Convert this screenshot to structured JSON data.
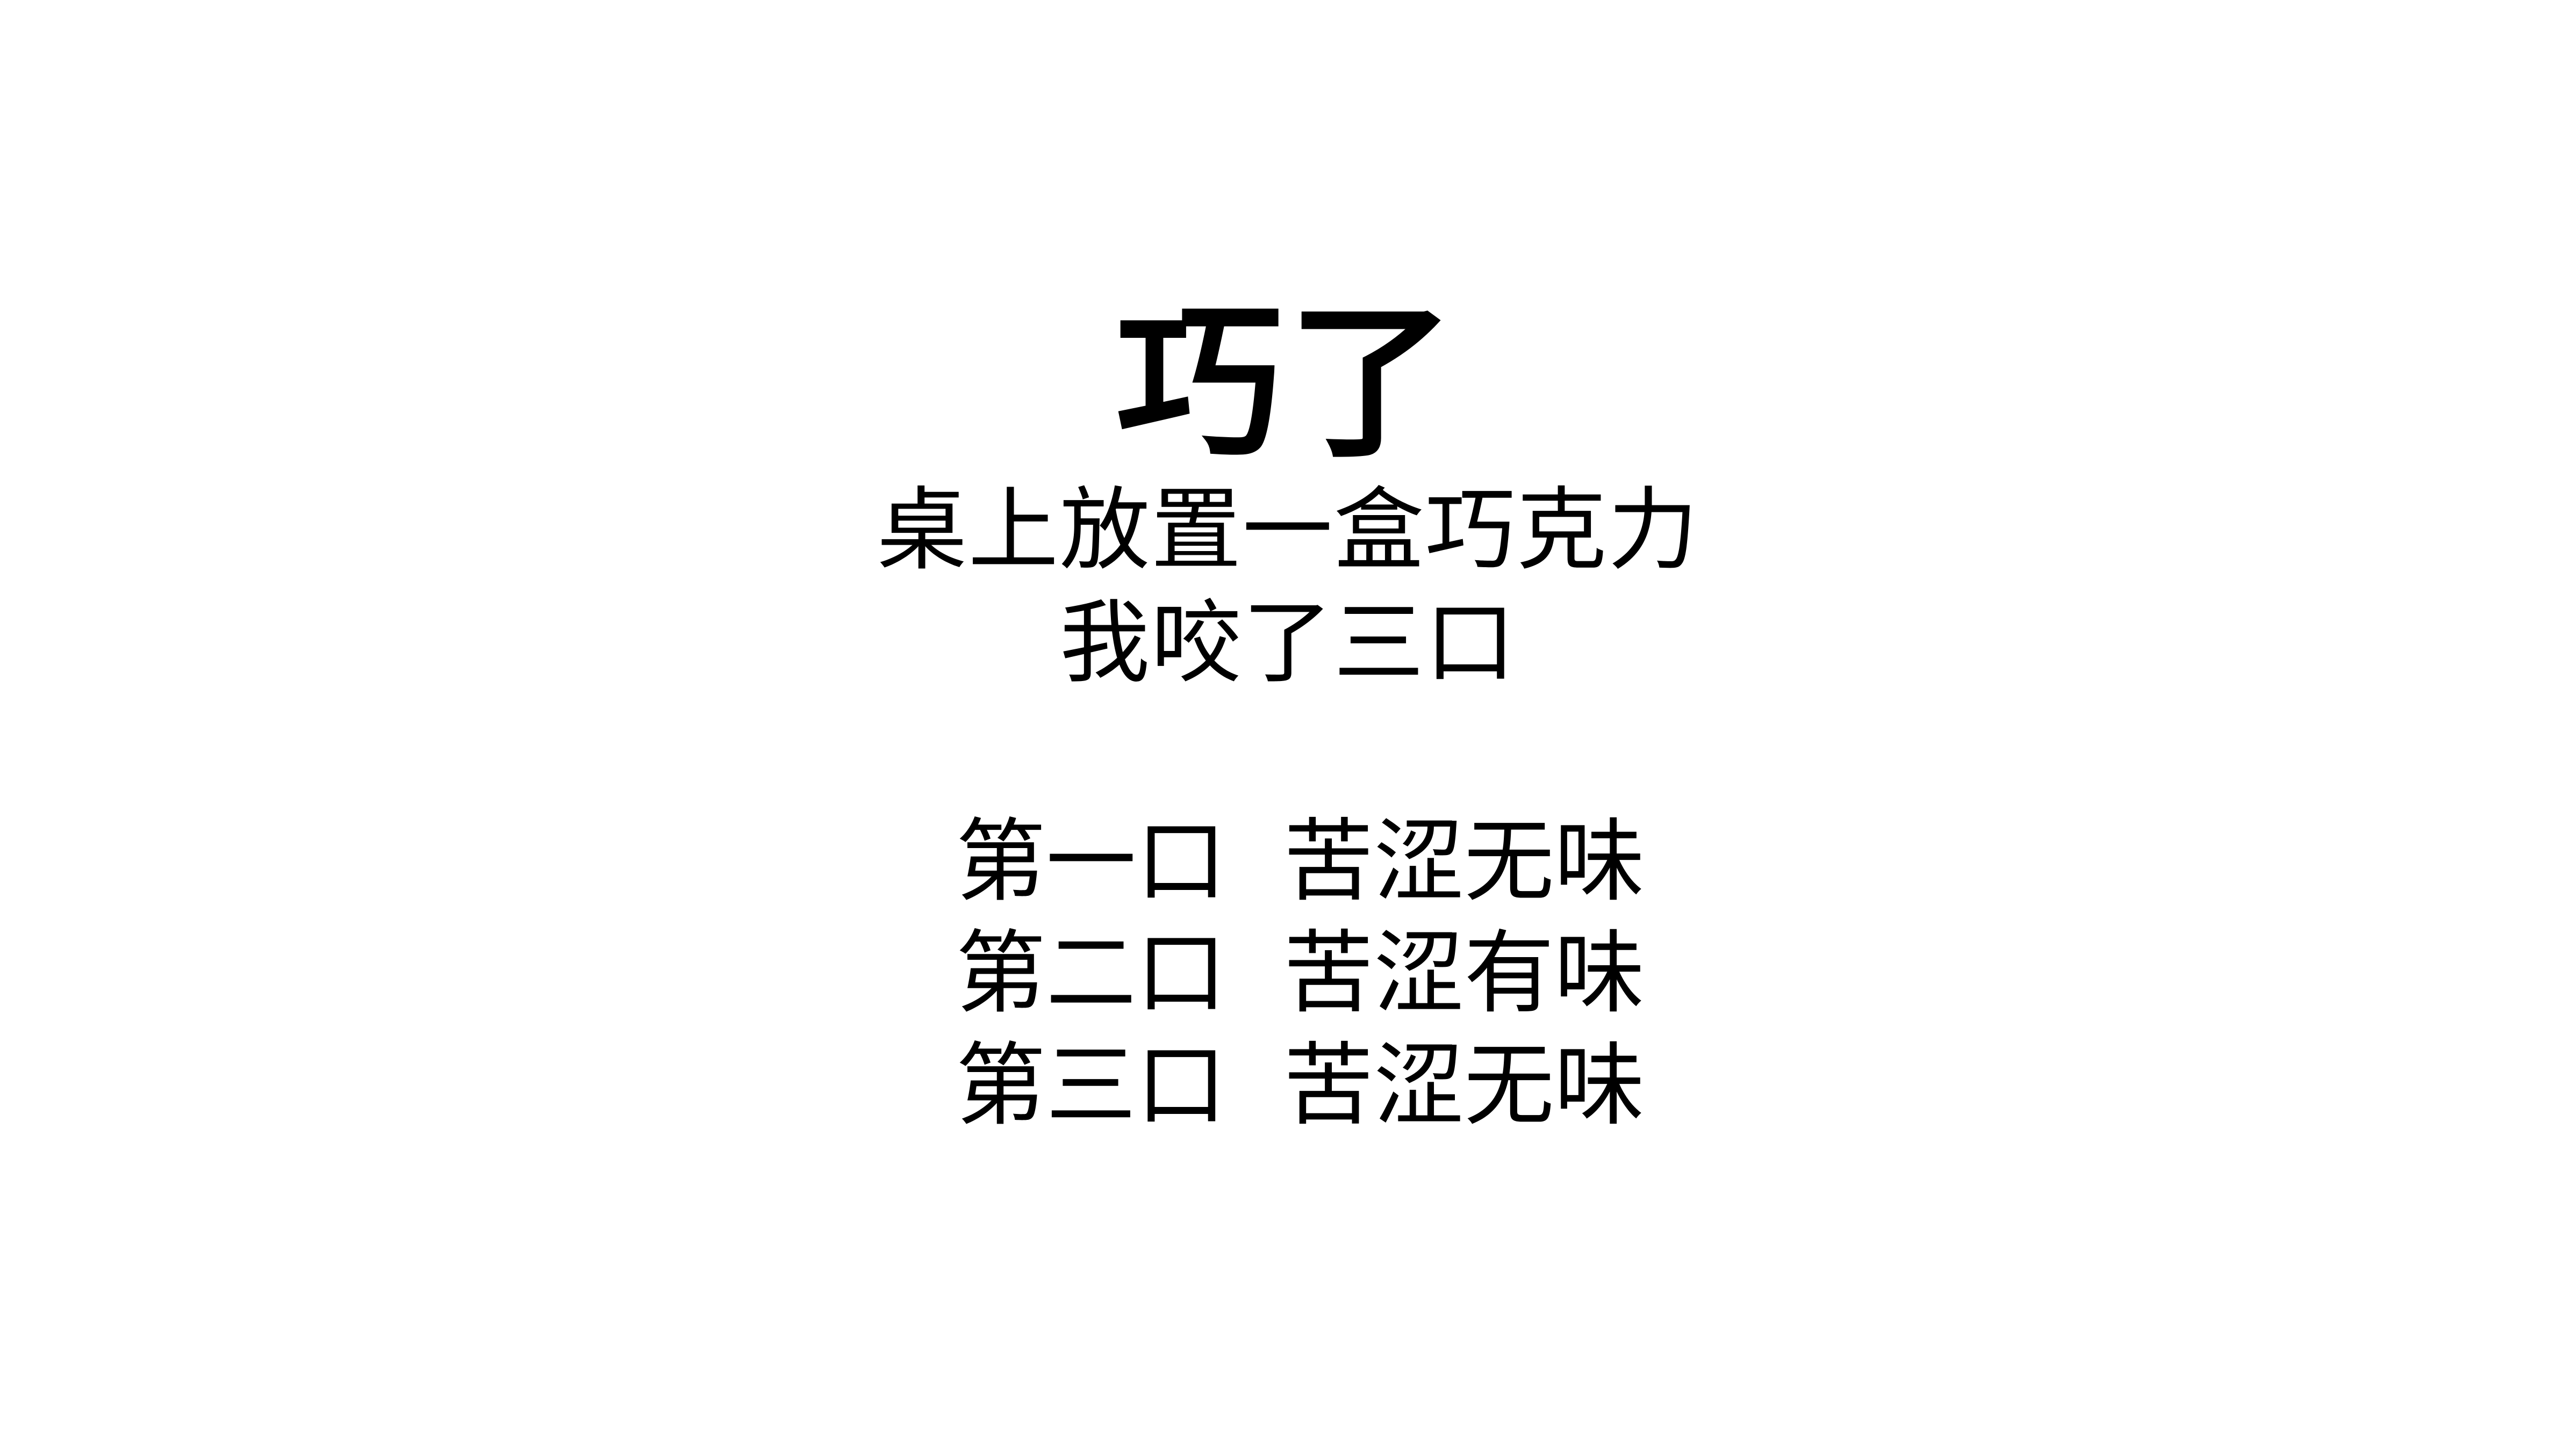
{
  "slide": {
    "title": "巧了",
    "subtitle_lines": [
      "桌上放置一盒巧克力",
      "我咬了三口"
    ],
    "bites": [
      {
        "label": "第一口",
        "taste": "苦涩无味"
      },
      {
        "label": "第二口",
        "taste": "苦涩有味"
      },
      {
        "label": "第三口",
        "taste": "苦涩无味"
      }
    ]
  },
  "colors": {
    "background": "#ffffff",
    "text": "#000000"
  }
}
